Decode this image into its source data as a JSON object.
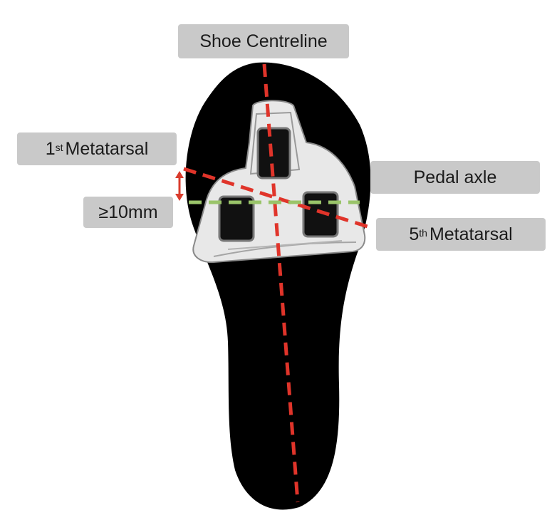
{
  "labels": {
    "shoe_centreline": "Shoe Centreline",
    "first_metatarsal": {
      "num": "1",
      "sup": "st",
      "text": "Metatarsal"
    },
    "pedal_axle": "Pedal axle",
    "fifth_metatarsal": {
      "num": "5",
      "sup": "th",
      "text": "Metatarsal"
    },
    "gap": "≥10mm"
  },
  "colors": {
    "sole": "#000000",
    "cleat": "#e8e8e8",
    "label_bg": "#c9c9c9",
    "centreline": "#e0342a",
    "metatarsal_line": "#e0342a",
    "axle_line": "#9ac46a",
    "arrow": "#d93b2c"
  }
}
